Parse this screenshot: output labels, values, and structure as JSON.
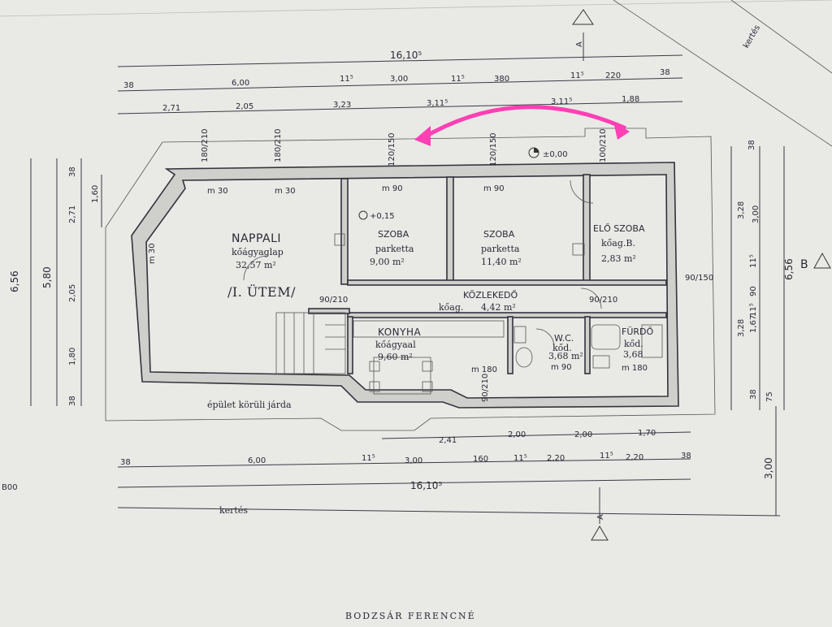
{
  "dimensions": {
    "top_total": "16,10⁵",
    "top_row1": [
      "38",
      "6,00",
      "11⁵",
      "3,00",
      "11⁵",
      "380",
      "11⁵",
      "220",
      "38"
    ],
    "top_row2": [
      "2,71",
      "2,05",
      "3,23",
      "3,11⁵",
      "3,11⁵",
      "1,88"
    ],
    "bottom_row1": [
      "2,41",
      "2,00",
      "2,00",
      "1,70"
    ],
    "bottom_row2": [
      "38",
      "6,00",
      "11⁵",
      "3,00",
      "160",
      "11⁵",
      "2,20",
      "11⁵",
      "2,20",
      "38"
    ],
    "bottom_total": "16,10⁵",
    "left_outer": "6,56",
    "left_inner": "5,80",
    "left_parts": [
      "38",
      "2,71",
      "2,05",
      "1,80",
      "38"
    ],
    "left_window": "1,60",
    "right_outer": "6,56",
    "right_parts": [
      "38",
      "3,28",
      "3,00",
      "11⁵",
      "90",
      "1,67",
      "11⁵",
      "3,28",
      "38",
      "75"
    ],
    "far_right": "3,00"
  },
  "rooms": {
    "nappali": {
      "name": "NAPPALI",
      "floor": "kőágyaglap",
      "area": "32,57 m²",
      "phase": "/I. ÜTEM/"
    },
    "szoba1": {
      "name": "SZOBA",
      "floor": "parketta",
      "area": "9,00 m²",
      "level": "+0,15"
    },
    "szoba2": {
      "name": "SZOBA",
      "floor": "parketta",
      "area": "11,40 m²"
    },
    "eloszoba": {
      "name": "ELŐ SZOBA",
      "floor": "kőag.B.",
      "area": "2,83 m²"
    },
    "kozlekedo": {
      "name": "KÖZLEKEDŐ",
      "floor": "kőag.",
      "area": "4,42 m²"
    },
    "konyha": {
      "name": "KONYHA",
      "floor": "kőágyaal",
      "area": "9,60 m²"
    },
    "wc": {
      "name": "W.C.",
      "floor": "kőd.",
      "area": "3,68 m²"
    },
    "furdo": {
      "name": "FÜRDŐ",
      "floor": "kőd.",
      "area": "3,68"
    }
  },
  "window_labels": [
    "180/210",
    "180/210",
    "120/150",
    "120/150",
    "100/210",
    "m 30",
    "m 30",
    "m 90",
    "m 90",
    "m 30",
    "m 180",
    "m 180",
    "m 90",
    "90/150",
    "90/210",
    "90/210",
    "90/210"
  ],
  "levels": {
    "zero": "±0,00"
  },
  "annotations": {
    "sidewalk": "épület körüli járda",
    "garden": "kertés",
    "section_a_top": "A",
    "section_a_bottom": "A",
    "section_b": "B",
    "left_edge": "B00",
    "signature": "BODZSÁR FERENCNÉ",
    "top_right_road": "kertés"
  },
  "colors": {
    "arrow": "#ff3fb4",
    "ink": "#2a2a35",
    "paper": "#e9e9e6"
  }
}
